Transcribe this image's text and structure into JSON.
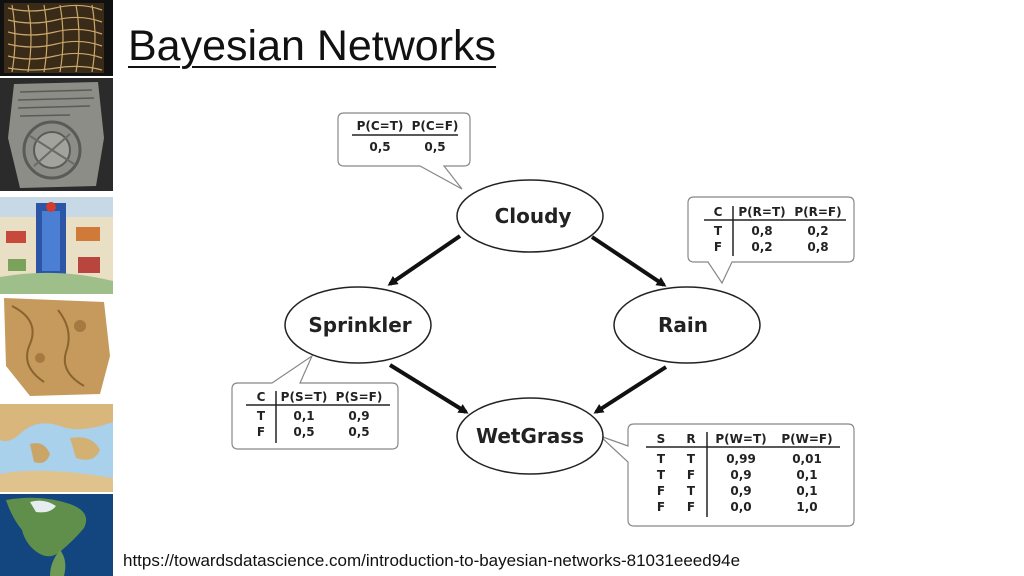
{
  "slide": {
    "title": "Bayesian Networks",
    "source": "https://towardsdatascience.com/introduction-to-bayesian-networks-81031eeed94e"
  },
  "nodes": {
    "cloudy": "Cloudy",
    "sprinkler": "Sprinkler",
    "rain": "Rain",
    "wetgrass": "WetGrass"
  },
  "cpt": {
    "cloudy": {
      "headers": [
        "P(C=T)",
        "P(C=F)"
      ],
      "rows": [
        [
          "0,5",
          "0,5"
        ]
      ]
    },
    "rain": {
      "headers": [
        "C",
        "P(R=T)",
        "P(R=F)"
      ],
      "rows": [
        [
          "T",
          "0,8",
          "0,2"
        ],
        [
          "F",
          "0,2",
          "0,8"
        ]
      ]
    },
    "sprinkler": {
      "headers": [
        "C",
        "P(S=T)",
        "P(S=F)"
      ],
      "rows": [
        [
          "T",
          "0,1",
          "0,9"
        ],
        [
          "F",
          "0,5",
          "0,5"
        ]
      ]
    },
    "wetgrass": {
      "headers": [
        "S",
        "R",
        "P(W=T)",
        "P(W=F)"
      ],
      "rows": [
        [
          "T",
          "T",
          "0,99",
          "0,01"
        ],
        [
          "T",
          "F",
          "0,9",
          "0,1"
        ],
        [
          "F",
          "T",
          "0,9",
          "0,1"
        ],
        [
          "F",
          "F",
          "0,0",
          "1,0"
        ]
      ]
    }
  }
}
